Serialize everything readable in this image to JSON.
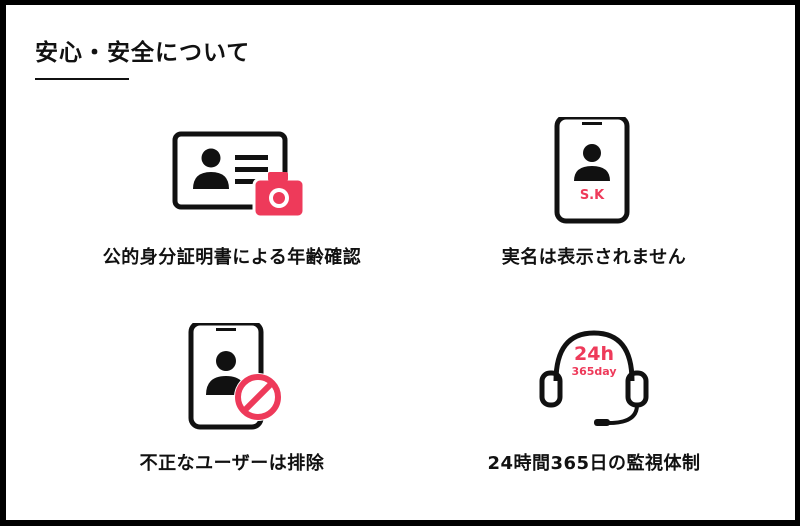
{
  "section": {
    "title": "安心・安全について"
  },
  "features": [
    {
      "label": "公的身分証明書による年齢確認",
      "icon": "id-card-camera-icon"
    },
    {
      "label": "実名は表示されません",
      "icon": "phone-profile-initials-icon",
      "icon_text": "S.K"
    },
    {
      "label": "不正なユーザーは排除",
      "icon": "phone-user-blocked-icon"
    },
    {
      "label": "24時間365日の監視体制",
      "icon": "headset-24h-icon",
      "icon_text_main": "24h",
      "icon_text_sub": "365day"
    }
  ],
  "colors": {
    "accent": "#ee3a5a",
    "text": "#111111",
    "background": "#ffffff",
    "frame": "#000000"
  }
}
